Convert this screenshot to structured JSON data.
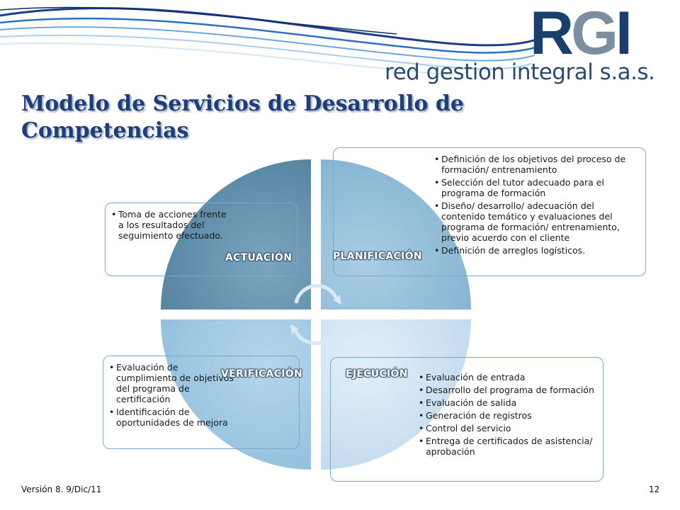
{
  "header": {
    "logo_letters": [
      "R",
      "G",
      "I"
    ],
    "logo_subtitle": "red gestion integral s.a.s."
  },
  "title": "Modelo de Servicios de Desarrollo de Competencias",
  "quadrants": {
    "actuacion": {
      "label": "ACTUACIÓN",
      "color": "#5f8fab",
      "items": [
        "Toma de acciones frente a los resultados del seguimiento efectuado."
      ]
    },
    "planificacion": {
      "label": "PLANIFICACIÓN",
      "color": "#8ab7d3",
      "items": [
        "Definición de los objetivos del proceso de formación/ entrenamiento",
        "Selección del tutor adecuado para el programa de formación",
        "Diseño/ desarrollo/ adecuación del contenido temático y evaluaciones del programa de formación/ entrenamiento, previo acuerdo con el cliente",
        "Definición de arreglos logísticos."
      ]
    },
    "verificacion": {
      "label": "VERIFICACIÓN",
      "color": "#9ec5df",
      "items": [
        "Evaluación de cumplimiento de objetivos del programa de certificación",
        "Identificación de oportunidades de mejora"
      ]
    },
    "ejecucion": {
      "label": "EJECUCIÓN",
      "color": "#c9dff0",
      "items": [
        "Evaluación de entrada",
        "Desarrollo del programa de formación",
        "Evaluación de salida",
        "Generación de registros",
        "Control del servicio",
        "Entrega de certificados de asistencia/ aprobación"
      ]
    }
  },
  "footer": {
    "version": "Versión 8. 9/Dic/11",
    "page_number": "12"
  }
}
